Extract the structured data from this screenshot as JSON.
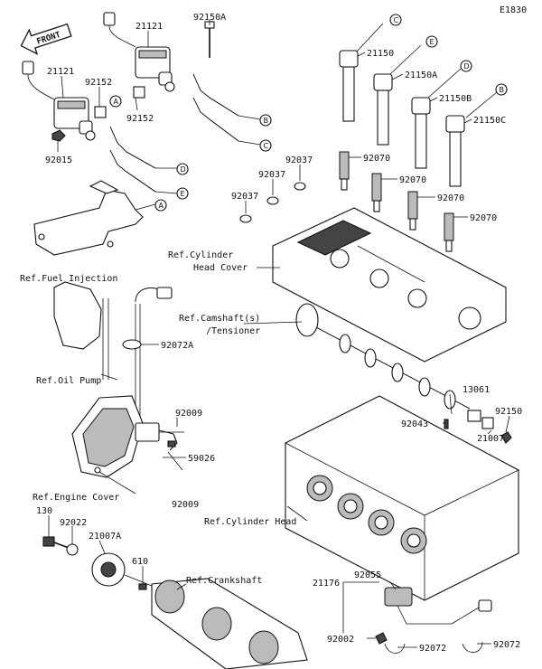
{
  "diagram_id": "E1830",
  "front_label": "FRONT",
  "part_numbers": {
    "p21121_a": "21121",
    "p92150a": "92150A",
    "p21121_b": "21121",
    "p92152_a": "92152",
    "p92152_b": "92152",
    "p92015": "92015",
    "p21150": "21150",
    "p21150a": "21150A",
    "p21150b": "21150B",
    "p21150c": "21150C",
    "p92037_a": "92037",
    "p92037_b": "92037",
    "p92037_c": "92037",
    "p92070_a": "92070",
    "p92070_b": "92070",
    "p92070_c": "92070",
    "p92070_d": "92070",
    "p92072a": "92072A",
    "p13061": "13061",
    "p92150": "92150",
    "p92043": "92043",
    "p21007": "21007",
    "p92009_a": "92009",
    "p59026": "59026",
    "p92009_b": "92009",
    "p130": "130",
    "p92022": "92022",
    "p21007a": "21007A",
    "p610": "610",
    "p21176": "21176",
    "p92055": "92055",
    "p92002": "92002",
    "p92072_a": "92072",
    "p92072_b": "92072"
  },
  "references": {
    "fuel_injection": "Ref.Fuel Injection",
    "cylinder_head_cover_1": "Ref.Cylinder",
    "cylinder_head_cover_2": "Head Cover",
    "camshaft_1": "Ref.Camshaft(s)",
    "camshaft_2": "/Tensioner",
    "oil_pump": "Ref.Oil Pump",
    "engine_cover": "Ref.Engine Cover",
    "cylinder_head": "Ref.Cylinder Head",
    "crankshaft": "Ref.Crankshaft"
  },
  "callout_letters": {
    "a1": "A",
    "a2": "A",
    "b1": "B",
    "b2": "B",
    "c1": "C",
    "c2": "C",
    "d1": "D",
    "d2": "D",
    "e1": "E",
    "e2": "E"
  }
}
